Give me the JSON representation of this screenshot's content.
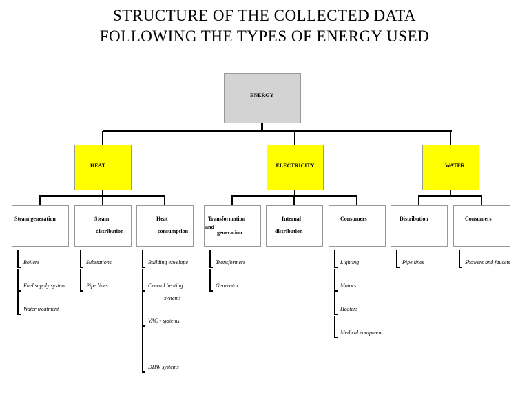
{
  "title": {
    "line1": "STRUCTURE  OF  THE COLLECTED DATA",
    "line2": "FOLLOWING  THE  TYPES OF ENERGY USED"
  },
  "root": {
    "label": "ENERGY"
  },
  "categories": [
    {
      "label": "HEAT",
      "children": [
        {
          "label1": "Steam generation",
          "label2": "",
          "items": [
            "Boilers",
            "Fuel supply system",
            "Water treatment"
          ]
        },
        {
          "label1": "Steam",
          "label2": "distribution",
          "items": [
            "Substations",
            "Pipe lines"
          ]
        },
        {
          "label1": "Heat",
          "label2": "consumption",
          "items": [
            "Building envelope",
            "Central heating",
            "systems",
            "VAC - systems",
            "DHW systems"
          ]
        }
      ]
    },
    {
      "label": "ELECTRICITY",
      "children": [
        {
          "label1": "Transformation",
          "label2": "and",
          "label3": "generation",
          "items": [
            "Transformers",
            "Generator"
          ]
        },
        {
          "label1": "Internal",
          "label2": "distribution",
          "items": []
        },
        {
          "label1": "Consumers",
          "label2": "",
          "items": [
            "Lighting",
            "Motors",
            "Heaters",
            "Medical equipment"
          ]
        }
      ]
    },
    {
      "label": "WATER",
      "children": [
        {
          "label1": "Distribution",
          "label2": "",
          "items": [
            "Pipe lines"
          ]
        },
        {
          "label1": "Consumers",
          "label2": "",
          "items": [
            "Showers and faucets"
          ]
        }
      ]
    }
  ],
  "colors": {
    "root": "#d3d3d3",
    "category": "#ffff00",
    "line": "#000000"
  }
}
